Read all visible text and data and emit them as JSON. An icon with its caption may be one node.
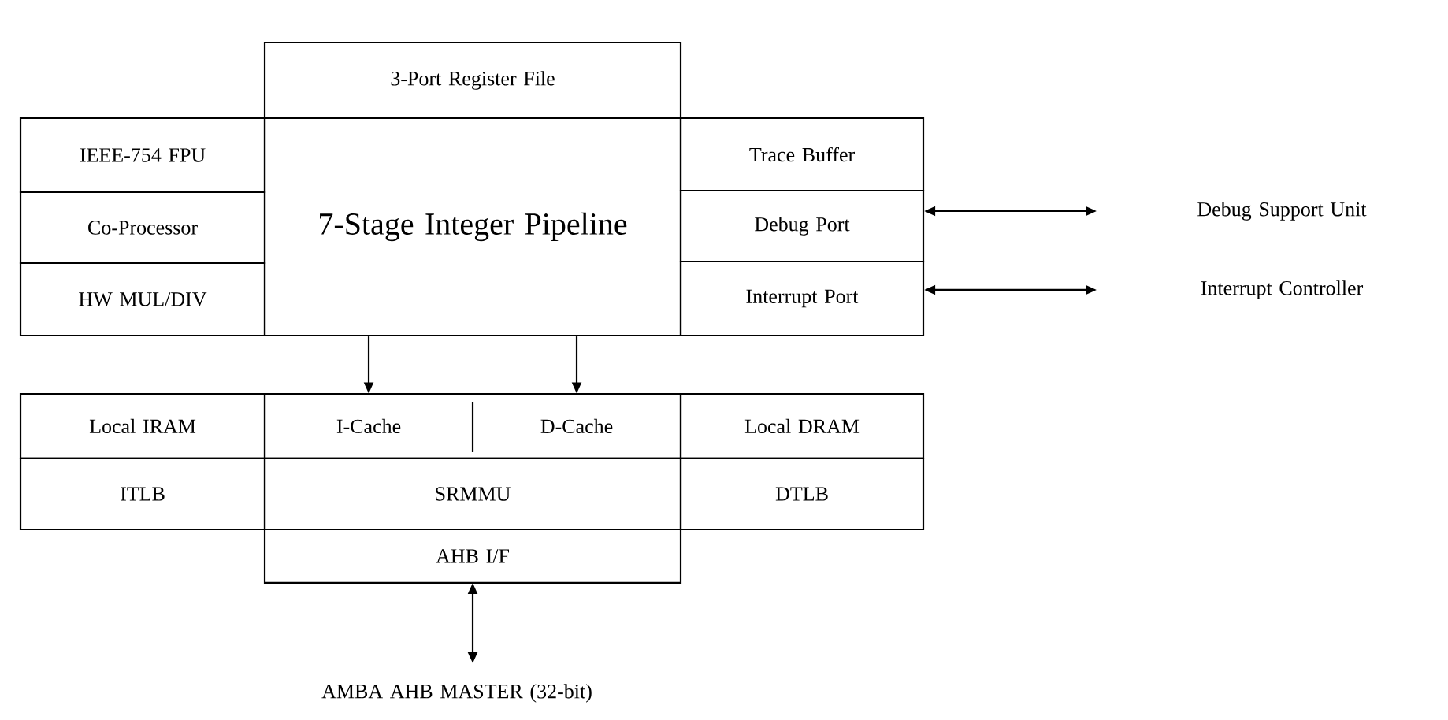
{
  "diagram": {
    "nodes": [
      {
        "text": [
          "3-Port Register File"
        ]
      },
      {
        "text": [
          "IEEE-754 FPU"
        ]
      },
      {
        "text": [
          "Co-Processor"
        ]
      },
      {
        "text": [
          "HW MUL/DIV"
        ]
      },
      {
        "text": [
          "7-Stage Integer Pipeline"
        ]
      },
      {
        "text": [
          "Trace Buffer"
        ]
      },
      {
        "text": [
          "Debug Port"
        ]
      },
      {
        "text": [
          "Interrupt Port"
        ]
      },
      {
        "text": [
          "Debug Support Unit"
        ]
      },
      {
        "text": [
          "Interrupt Controller"
        ]
      },
      {
        "text": [
          "Local IRAM"
        ]
      },
      {
        "text": [
          "I-Cache"
        ]
      },
      {
        "text": [
          "D-Cache"
        ]
      },
      {
        "text": [
          "Local DRAM"
        ]
      },
      {
        "text": [
          "ITLB"
        ]
      },
      {
        "text": [
          "SRMMU"
        ]
      },
      {
        "text": [
          "DTLB"
        ]
      },
      {
        "text": [
          "AHB I/F"
        ]
      },
      {
        "text": [
          "AMBA AHB MASTER (32-bit)"
        ]
      }
    ],
    "edges": [
      {
        "from": 4,
        "to": 11,
        "arrow": "to"
      },
      {
        "from": 4,
        "to": 12,
        "arrow": "to"
      },
      {
        "from": 6,
        "to": 8,
        "arrow": "both"
      },
      {
        "from": 7,
        "to": 9,
        "arrow": "both"
      },
      {
        "from": 17,
        "to": 18,
        "arrow": "both"
      }
    ]
  }
}
